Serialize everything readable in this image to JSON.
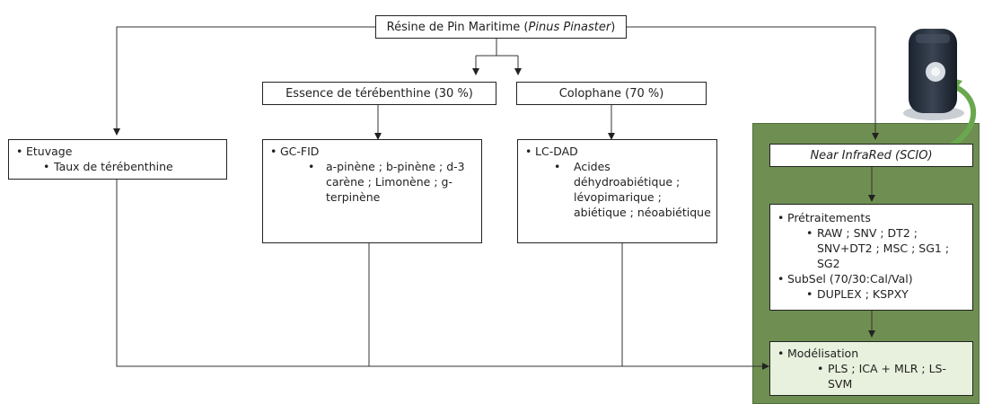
{
  "root": {
    "main": "Résine de Pin Maritime (",
    "italic": "Pinus Pinaster",
    "close": ")"
  },
  "essence": {
    "title": "Essence de térébenthine (30 %)"
  },
  "colophane": {
    "title": "Colophane (70 %)"
  },
  "etuvage": {
    "main": "Etuvage",
    "sub": "Taux de térébenthine"
  },
  "gcfid": {
    "main": "GC-FID",
    "sub": "a-pinène ; b-pinène ; d-3 carène ; Limonène ; g-terpinène"
  },
  "lcdad": {
    "main": "LC-DAD",
    "sub": "Acides déhydroabiétique ; lévopimarique ; abiétique ; néoabiétique"
  },
  "nir": {
    "label": "Near InfraRed (SCIO)"
  },
  "pretraitements": {
    "main": "Prétraitements",
    "sub": "RAW ; SNV ; DT2 ; SNV+DT2 ; MSC ; SG1 ; SG2",
    "main2": "SubSel (70/30:Cal/Val)",
    "sub2": "DUPLEX ; KSPXY"
  },
  "modelisation": {
    "main": "Modélisation",
    "sub": "PLS ; ICA + MLR ; LS-SVM"
  },
  "colors": {
    "panel": "#6f8f52",
    "arrow_green": "#6aa84f",
    "light_green": "#e8f1dd"
  }
}
